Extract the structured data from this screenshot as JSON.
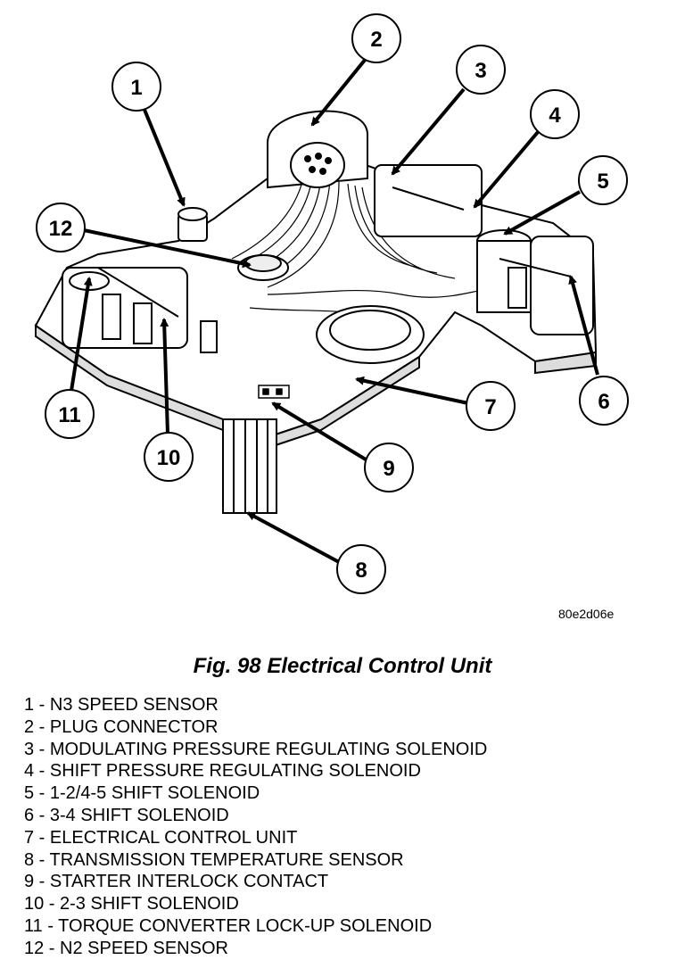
{
  "figure": {
    "reference_code": "80e2d06e",
    "caption": "Fig. 98 Electrical Control Unit",
    "callouts": [
      "1",
      "2",
      "3",
      "4",
      "5",
      "6",
      "7",
      "8",
      "9",
      "10",
      "11",
      "12"
    ]
  },
  "legend": [
    "1 - N3 SPEED SENSOR",
    "2 - PLUG CONNECTOR",
    "3 - MODULATING PRESSURE REGULATING SOLENOID",
    "4 - SHIFT PRESSURE REGULATING SOLENOID",
    "5 - 1-2/4-5 SHIFT SOLENOID",
    "6 - 3-4 SHIFT SOLENOID",
    "7 - ELECTRICAL CONTROL UNIT",
    "8 - TRANSMISSION TEMPERATURE SENSOR",
    "9 - STARTER INTERLOCK CONTACT",
    "10 - 2-3 SHIFT SOLENOID",
    "11 - TORQUE CONVERTER LOCK-UP SOLENOID",
    "12 - N2 SPEED SENSOR"
  ]
}
